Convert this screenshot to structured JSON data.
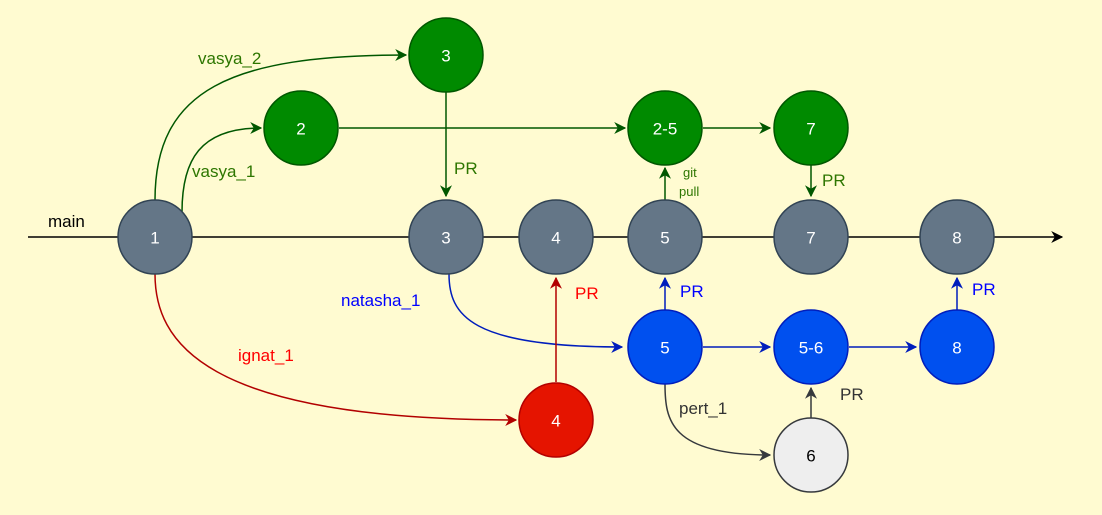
{
  "diagram": {
    "main_label": "main",
    "colors": {
      "background": "#fffbd1",
      "main_node": "#647687",
      "green_node": "#008a00",
      "green_stroke": "#005700",
      "blue_node": "#0050ef",
      "blue_stroke": "#001dbc",
      "red_node": "#e51400",
      "red_stroke": "#b20000",
      "gray_node": "#eeeeee",
      "gray_stroke": "#36393d",
      "green_text": "#2d7600",
      "blue_text": "#0000ff",
      "red_text": "#ff0000",
      "dark_text": "#333333"
    },
    "nodes": {
      "main_1": "1",
      "main_3": "3",
      "main_4": "4",
      "main_5": "5",
      "main_7": "7",
      "main_8": "8",
      "green_2": "2",
      "green_3": "3",
      "green_25": "2-5",
      "green_7": "7",
      "blue_5": "5",
      "blue_56": "5-6",
      "blue_8": "8",
      "red_4": "4",
      "gray_6": "6"
    },
    "labels": {
      "vasya_2": "vasya_2",
      "vasya_1": "vasya_1",
      "natasha_1": "natasha_1",
      "ignat_1": "ignat_1",
      "pert_1": "pert_1",
      "pr_green_3": "PR",
      "pr_green_7": "PR",
      "pr_red": "PR",
      "pr_blue_5": "PR",
      "pr_blue_8": "PR",
      "pr_gray": "PR",
      "git": "git",
      "pull": "pull"
    }
  }
}
